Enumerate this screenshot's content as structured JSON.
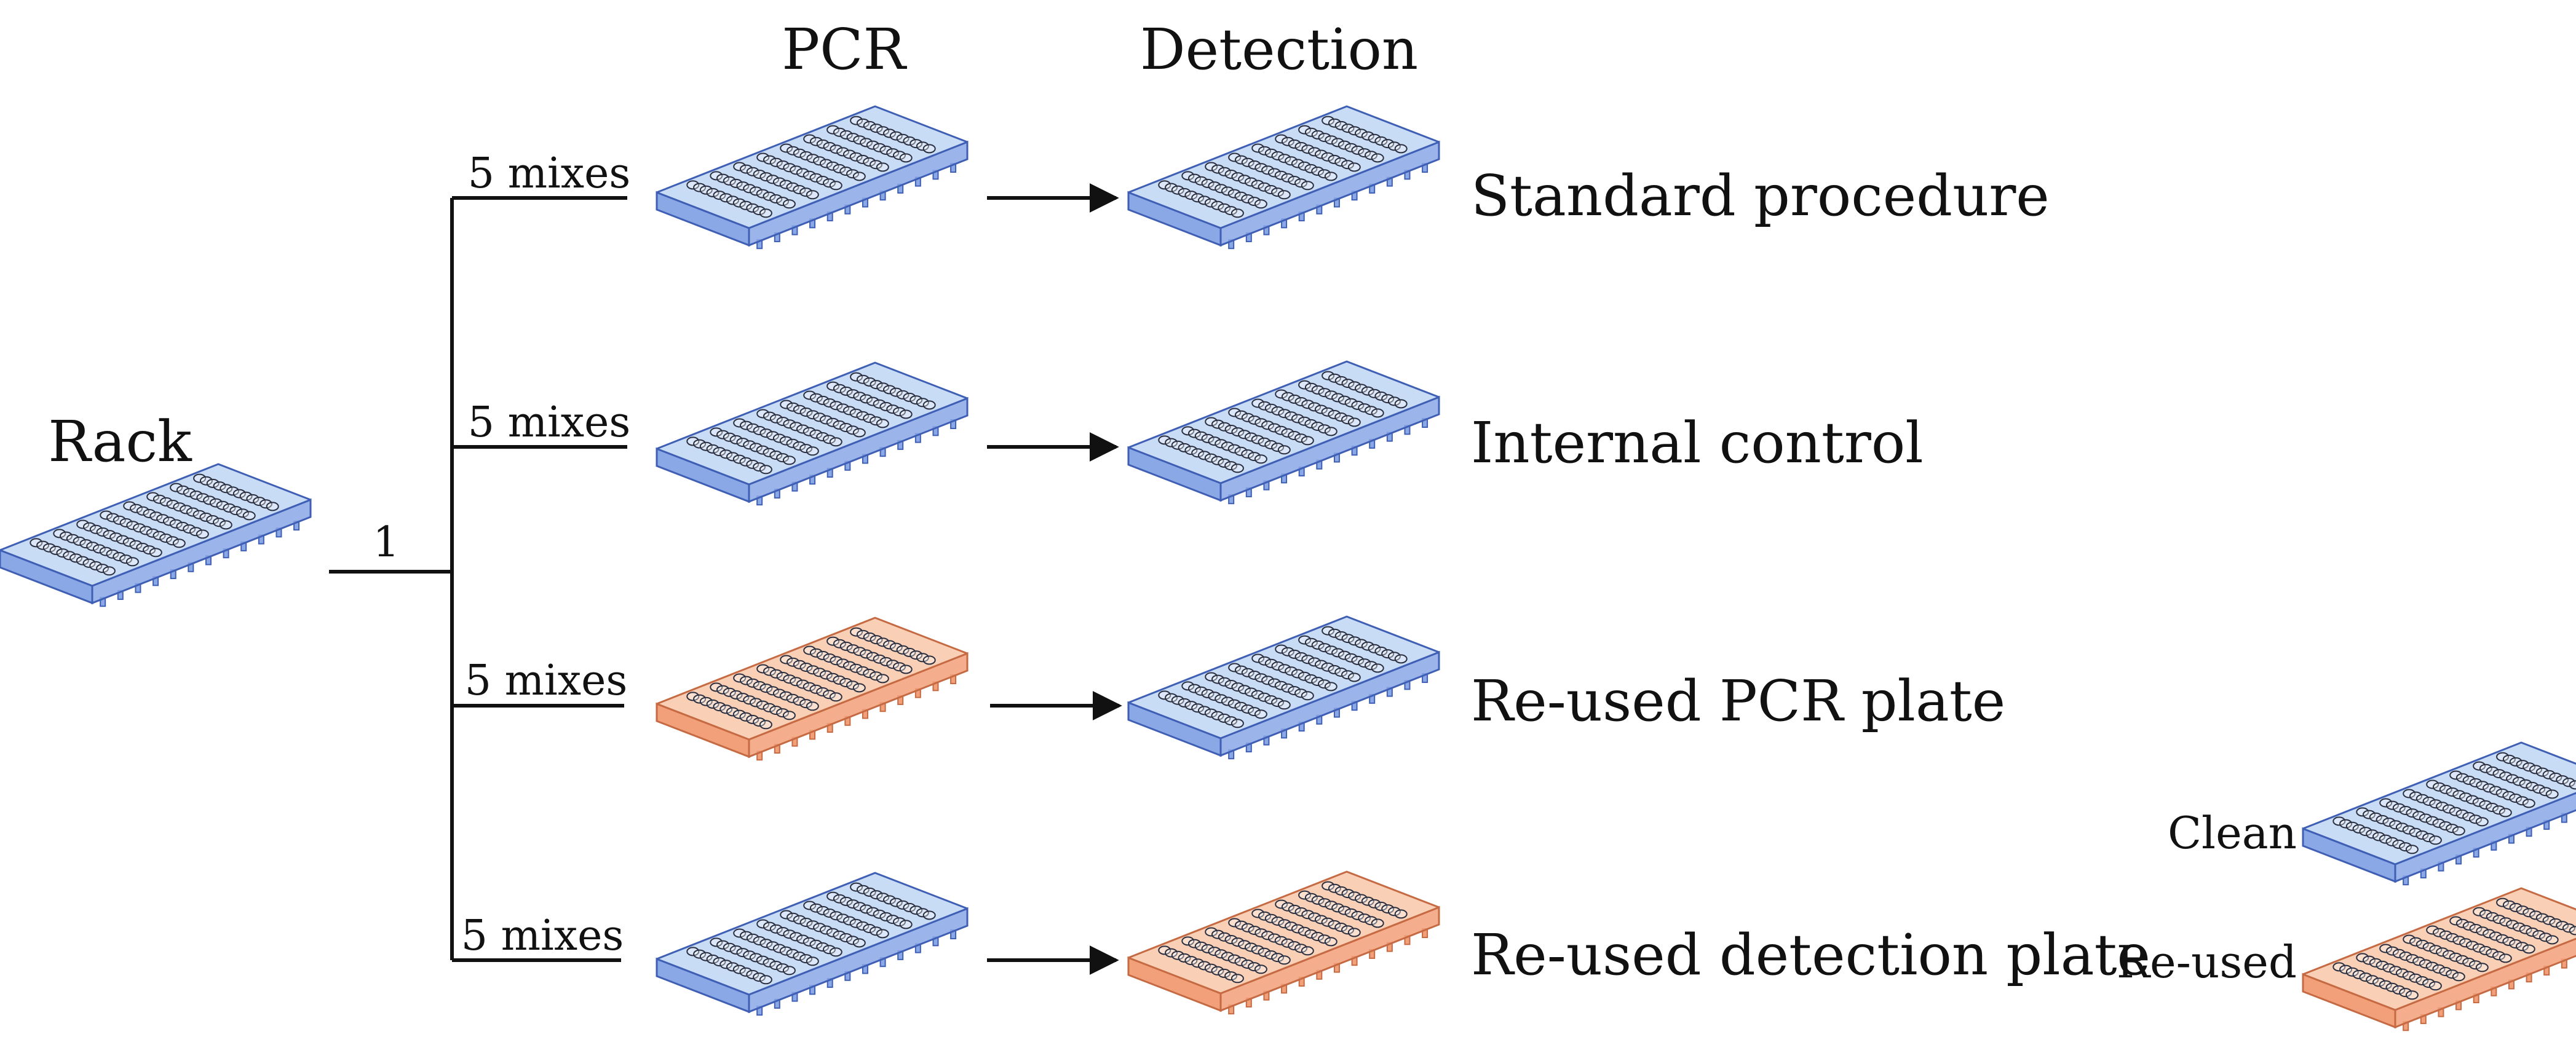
{
  "headers": {
    "rack": "Rack",
    "pcr": "PCR",
    "detection": "Detection"
  },
  "rack_count_label": "1",
  "colors": {
    "clean": "#c9dcf6",
    "clean_side": "#8aa7e6",
    "clean_edge": "#3f5fb5",
    "reused": "#f9cfb6",
    "reused_side": "#f2a07a",
    "reused_edge": "#c56a42",
    "line": "#111111"
  },
  "rows": [
    {
      "mix_label": "5 mixes",
      "outcome": "Standard procedure",
      "pcr_plate": "clean",
      "detection_plate": "clean"
    },
    {
      "mix_label": "5 mixes",
      "outcome": "Internal control",
      "pcr_plate": "clean",
      "detection_plate": "clean"
    },
    {
      "mix_label": "5 mixes",
      "outcome": "Re-used PCR plate",
      "pcr_plate": "reused",
      "detection_plate": "clean"
    },
    {
      "mix_label": "5 mixes",
      "outcome": "Re-used detection plate",
      "pcr_plate": "clean",
      "detection_plate": "reused"
    }
  ],
  "legend": [
    {
      "label": "Clean",
      "kind": "clean"
    },
    {
      "label": "Re-used",
      "kind": "reused"
    }
  ],
  "icons": {
    "plate": "96-well-plate-icon",
    "arrow": "arrow-right-icon"
  }
}
